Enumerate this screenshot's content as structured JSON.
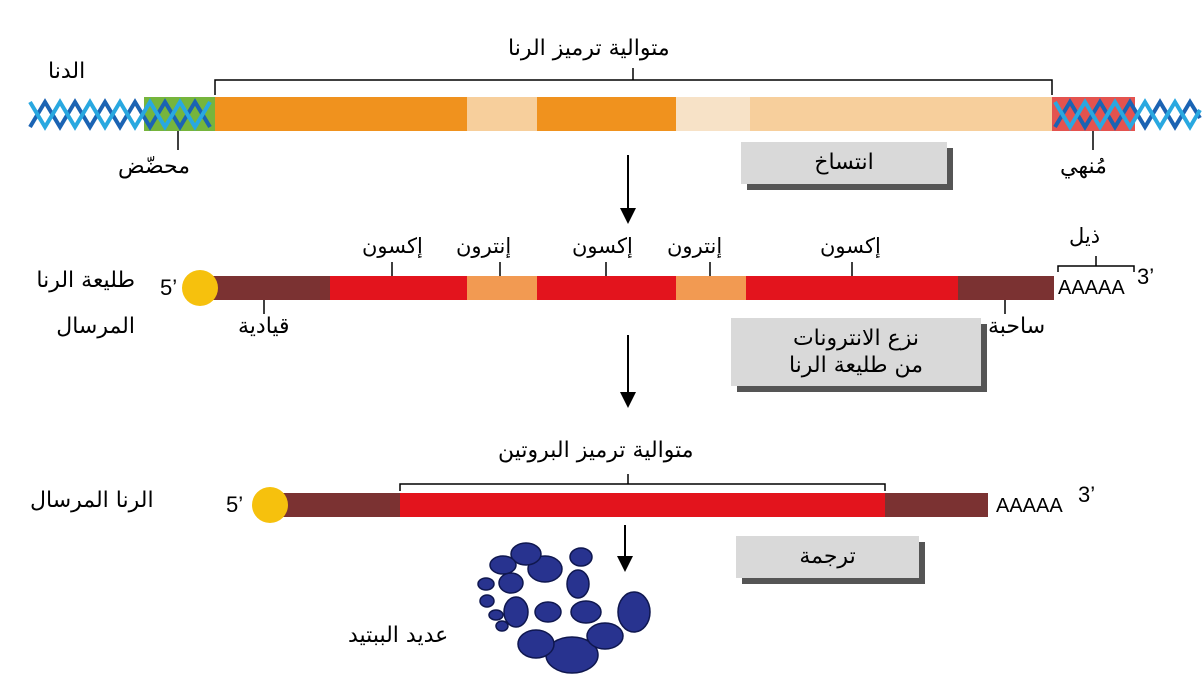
{
  "labels": {
    "dna": "الدنا",
    "rna_coding_sequence": "متوالية ترميز الرنا",
    "promoter": "محضّض",
    "terminator": "مُنهي",
    "transcription": "انتساخ",
    "pre_mrna_line1": "طليعة الرنا",
    "pre_mrna_line2": "المرسال",
    "exon": "إكسون",
    "intron": "إنترون",
    "tail": "ذيل",
    "five_prime": "5’",
    "three_prime": "3’",
    "poly_a": "AAAAA",
    "leader": "قيادية",
    "trailer": "ساحبة",
    "splicing_line1": "نزع الانترونات",
    "splicing_line2": "من طليعة الرنا",
    "protein_coding_sequence": "متوالية ترميز البروتين",
    "mrna": "الرنا المرسال",
    "translation": "ترجمة",
    "polypeptide": "عديد الببتيد"
  },
  "colors": {
    "exon_dna": "#f0921e",
    "intron_dna": "#f7cf9c",
    "promoter": "#76b53c",
    "terminator": "#e4534f",
    "helix_blue": "#1b63b3",
    "helix_cyan": "#29a8e0",
    "exon_rna": "#e3141d",
    "intron_rna": "#f29a52",
    "utr": "#7b3232",
    "cap": "#f6c10d",
    "box": "#d9d9d9",
    "protein": "#28338f"
  }
}
